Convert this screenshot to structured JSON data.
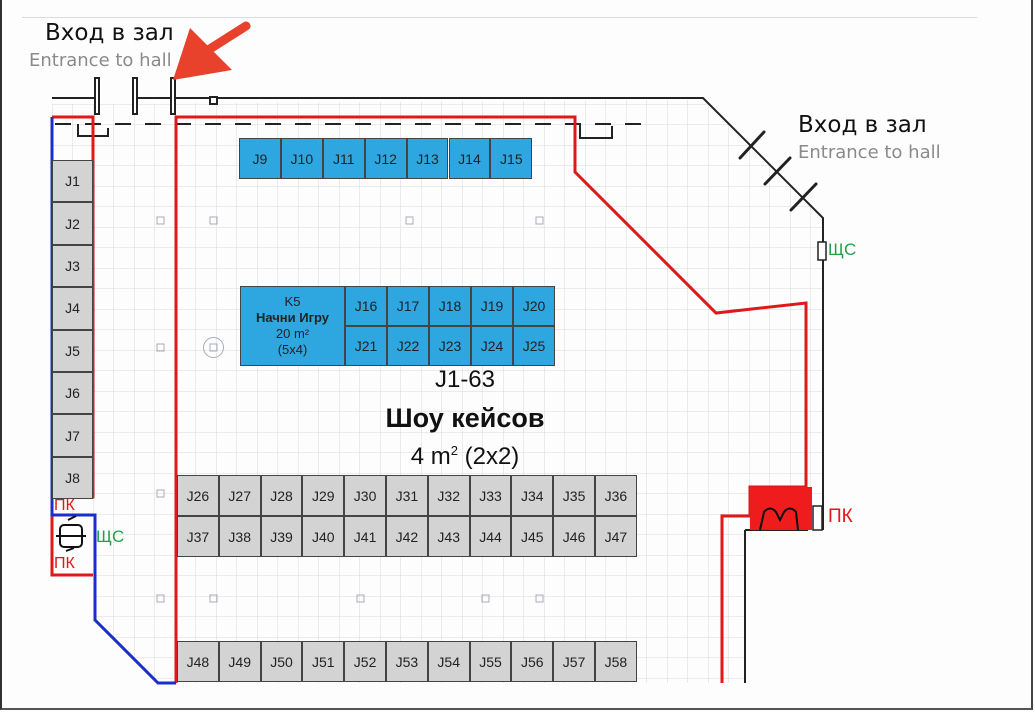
{
  "entrances": [
    {
      "ru": "Вход в зал",
      "en": "Entrance to hall"
    },
    {
      "ru": "Вход в зал",
      "en": "Entrance to hall"
    }
  ],
  "booths": {
    "top_row": [
      "J9",
      "J10",
      "J11",
      "J12",
      "J13",
      "J14",
      "J15"
    ],
    "left_column": [
      "J1",
      "J2",
      "J3",
      "J4",
      "J5",
      "J6",
      "J7",
      "J8"
    ],
    "middle_row_1": [
      "J16",
      "J17",
      "J18",
      "J19",
      "J20"
    ],
    "middle_row_2": [
      "J21",
      "J22",
      "J23",
      "J24",
      "J25"
    ],
    "lower_row_1": [
      "J26",
      "J27",
      "J28",
      "J29",
      "J30",
      "J31",
      "J32",
      "J33",
      "J34",
      "J35",
      "J36"
    ],
    "lower_row_2": [
      "J37",
      "J38",
      "J39",
      "J40",
      "J41",
      "J42",
      "J43",
      "J44",
      "J45",
      "J46",
      "J47"
    ],
    "bottom_row": [
      "J48",
      "J49",
      "J50",
      "J51",
      "J52",
      "J53",
      "J54",
      "J55",
      "J56",
      "J57",
      "J58"
    ]
  },
  "k5": {
    "code": "K5",
    "name": "Начни Игру",
    "area": "20 m²",
    "size": "(5x4)"
  },
  "zone": {
    "range": "J1-63",
    "title": "Шоу кейсов",
    "area": "4 m",
    "area_sup": "2",
    "size": " (2x2)"
  },
  "markers": {
    "fire_hydrant": "ПК",
    "electrical_panel": "ЩС"
  },
  "colors": {
    "booth_blue": "#2ea6e0",
    "booth_gray": "#d3d3d3",
    "boundary_red": "#e01818",
    "boundary_blue": "#1a2ecc",
    "panel_green": "#21a04a",
    "arrow_red": "#e8412c"
  }
}
